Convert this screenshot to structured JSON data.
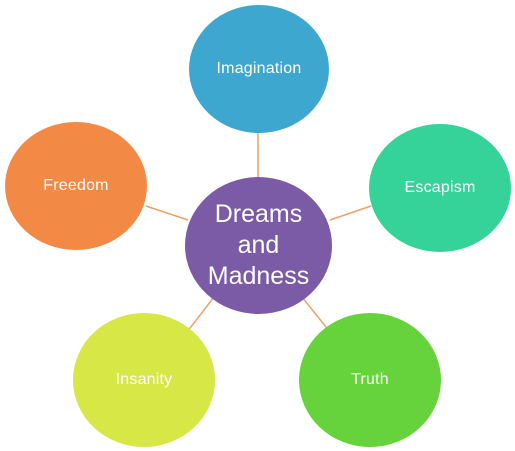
{
  "diagram": {
    "center": {
      "label": "Dreams\nand\nMadness",
      "color": "#7b5aa6"
    },
    "connector_color": "#f0a16a",
    "nodes": [
      {
        "id": "imagination",
        "label": "Imagination",
        "color": "#3ea7cf"
      },
      {
        "id": "escapism",
        "label": "Escapism",
        "color": "#35d39a"
      },
      {
        "id": "freedom",
        "label": "Freedom",
        "color": "#f28a46"
      },
      {
        "id": "insanity",
        "label": "Insanity",
        "color": "#d7e746"
      },
      {
        "id": "truth",
        "label": "Truth",
        "color": "#66d33c"
      }
    ]
  }
}
